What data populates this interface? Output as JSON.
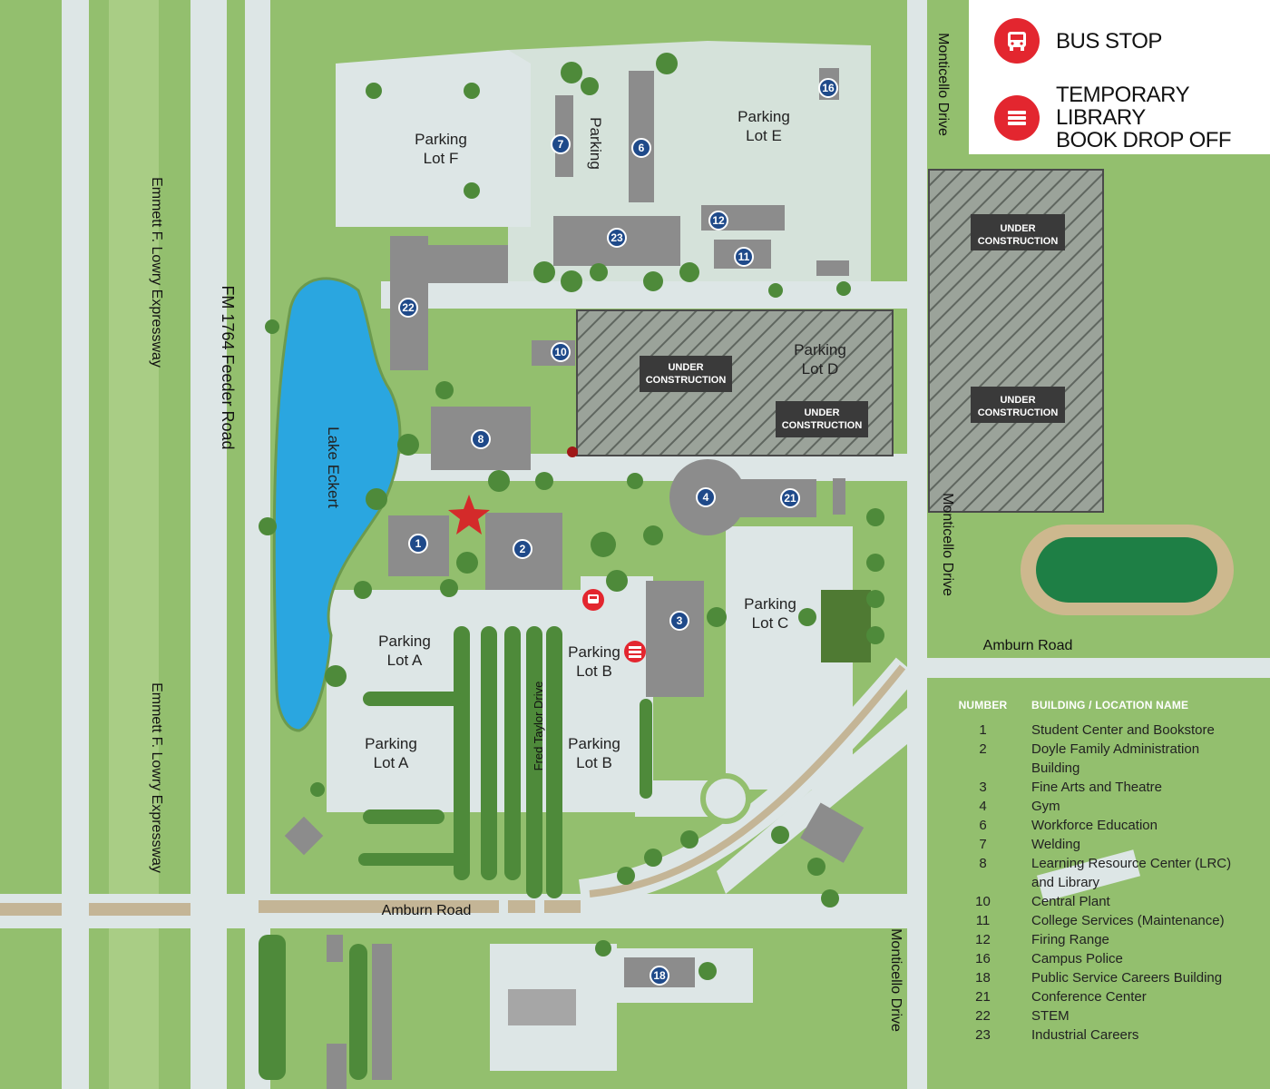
{
  "legend": {
    "bus_stop": "BUS STOP",
    "book_drop": "TEMPORARY LIBRARY\nBOOK DROP OFF",
    "bus_icon": "bus-icon",
    "book_icon": "book-stack-icon",
    "accent": "#e3262f"
  },
  "roads": {
    "expressway_north": "Emmett F. Lowry Expressway",
    "expressway_south": "Emmett F. Lowry Expressway",
    "feeder": "FM 1764 Feeder Road",
    "monticello_top": "Monticello Drive",
    "monticello_mid": "Monticello Drive",
    "monticello_bottom": "Monticello Drive",
    "amburn_east": "Amburn Road",
    "amburn_west": "Amburn Road",
    "fred_taylor": "Fred Taylor Drive"
  },
  "lake": "Lake Eckert",
  "parking": {
    "f": "Parking\nLot F",
    "center": "Parking",
    "e": "Parking\nLot E",
    "d": "Parking\nLot D",
    "c": "Parking\nLot C",
    "a1": "Parking\nLot A",
    "a2": "Parking\nLot A",
    "b1": "Parking\nLot B",
    "b2": "Parking\nLot B"
  },
  "under_construction": "UNDER\nCONSTRUCTION",
  "badges": [
    "1",
    "2",
    "3",
    "4",
    "6",
    "7",
    "8",
    "10",
    "11",
    "12",
    "16",
    "18",
    "21",
    "22",
    "23"
  ],
  "building_list": {
    "header_number": "NUMBER",
    "header_name": "BUILDING / LOCATION NAME",
    "rows": [
      {
        "num": "1",
        "name": "Student Center and Bookstore"
      },
      {
        "num": "2",
        "name": "Doyle Family Administration"
      },
      {
        "num": "",
        "name": "Building"
      },
      {
        "num": "3",
        "name": "Fine Arts and Theatre"
      },
      {
        "num": "4",
        "name": "Gym"
      },
      {
        "num": "6",
        "name": "Workforce Education"
      },
      {
        "num": "7",
        "name": "Welding"
      },
      {
        "num": "8",
        "name": "Learning Resource Center (LRC)"
      },
      {
        "num": "",
        "name": "and Library"
      },
      {
        "num": "10",
        "name": "Central Plant"
      },
      {
        "num": "11",
        "name": "College Services (Maintenance)"
      },
      {
        "num": "12",
        "name": "Firing Range"
      },
      {
        "num": "16",
        "name": "Campus Police"
      },
      {
        "num": "18",
        "name": "Public Service Careers Building"
      },
      {
        "num": "21",
        "name": "Conference Center"
      },
      {
        "num": "22",
        "name": "STEM"
      },
      {
        "num": "23",
        "name": "Industrial Careers"
      }
    ]
  },
  "colors": {
    "grass": "#93bf6e",
    "pavement": "#dde6e6",
    "building": "#8c8c8c",
    "lake": "#2aa6e0",
    "field": "#1e7f45",
    "track": "#cdb88e",
    "trees": "#4e8a3a",
    "badge": "#1f4a8a",
    "under_construction_label": "#3a3a3a"
  }
}
